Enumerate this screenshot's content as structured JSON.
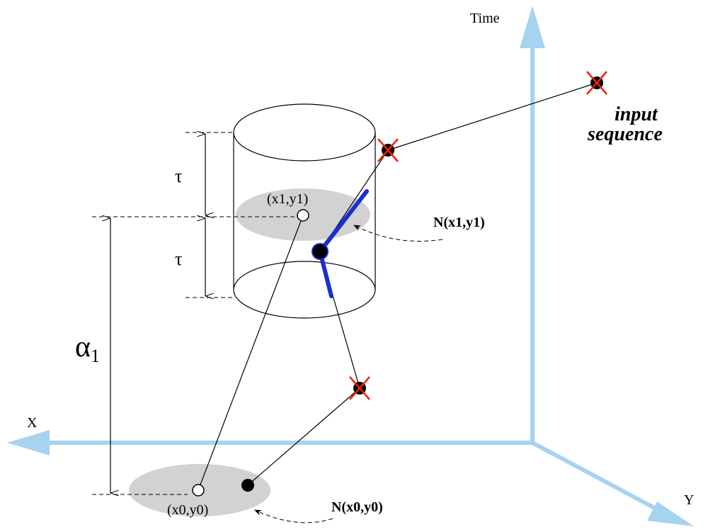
{
  "axes": {
    "time_label": "Time",
    "x_label": "X",
    "y_label": "Y",
    "color": "#9fd0ef"
  },
  "labels": {
    "input_sequence_line1": "input",
    "input_sequence_line2": "sequence",
    "n_x1y1": "N(x1,y1)",
    "n_x0y0": "N(x0,y0)",
    "point_x1y1": "(x1,y1)",
    "point_x0y0": "(x0,y0)",
    "tau_upper": "τ",
    "tau_lower": "τ",
    "alpha_symbol": "α",
    "alpha_subscript": "1"
  },
  "colors": {
    "cross": "#ee2200",
    "neighborhood": "#d2d2d2",
    "segment": "#1a2fd0"
  }
}
